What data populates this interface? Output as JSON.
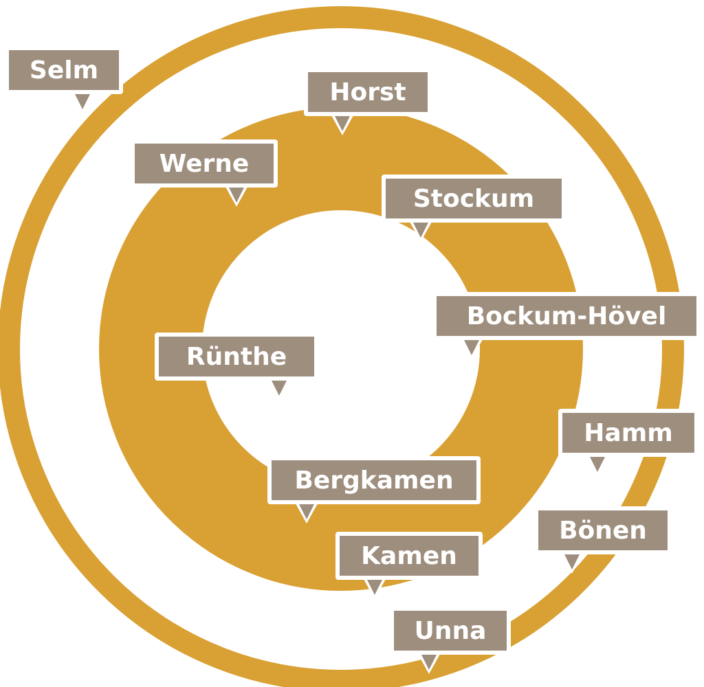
{
  "colors": {
    "ring": "#d9a033",
    "label_bg": "#9e8e7e",
    "label_text": "#ffffff",
    "background": "#ffffff"
  },
  "labels": {
    "selm": "Selm",
    "horst": "Horst",
    "werne": "Werne",
    "stockum": "Stockum",
    "bockum": "Bockum-Hövel",
    "runthe": "Rünthe",
    "hamm": "Hamm",
    "bergkamen": "Bergkamen",
    "bonen": "Bönen",
    "kamen": "Kamen",
    "unna": "Unna"
  }
}
